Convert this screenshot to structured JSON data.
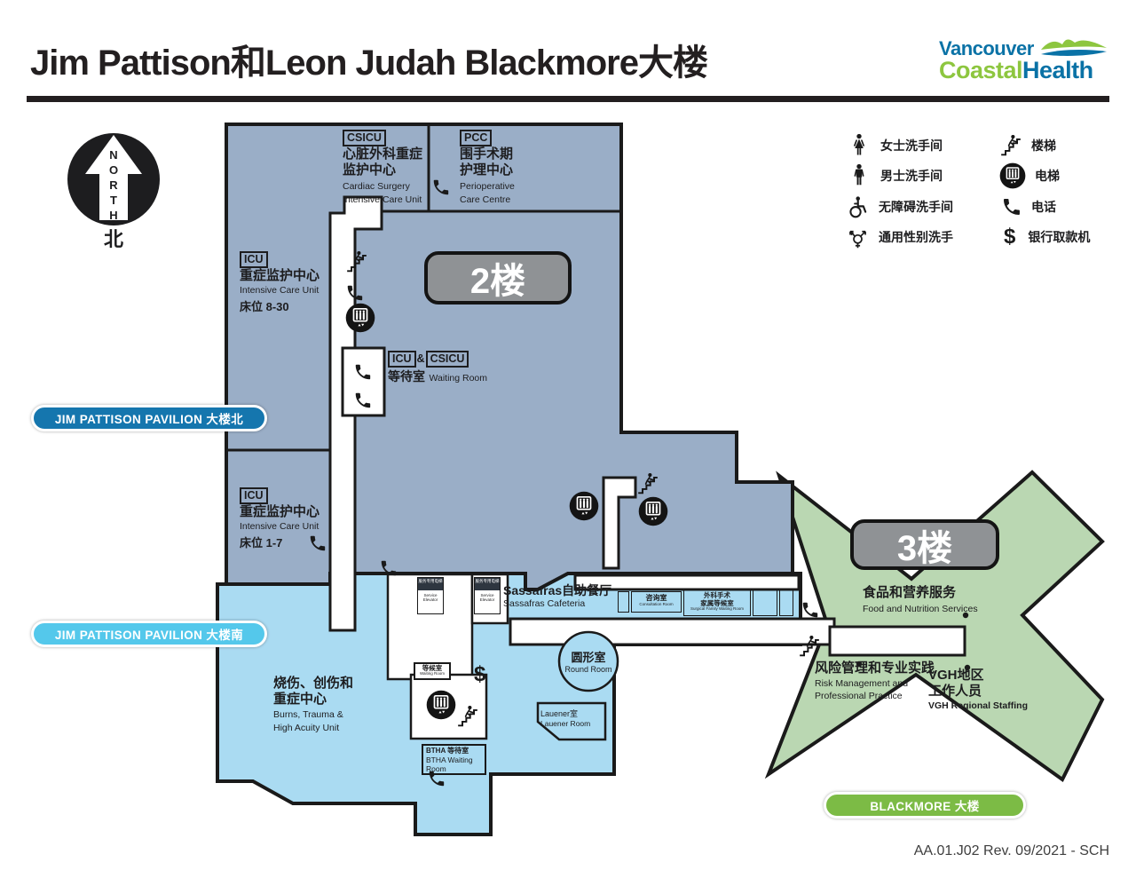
{
  "header": {
    "title": "Jim Pattison和Leon Judah Blackmore大楼",
    "logo": {
      "word1": "Vancouver",
      "word2": "Coastal",
      "word3": "Health"
    }
  },
  "compass": {
    "letters": [
      "N",
      "O",
      "R",
      "T",
      "H"
    ],
    "label": "北"
  },
  "legend": {
    "items": [
      {
        "icon": "woman-icon",
        "label": "女士洗手间"
      },
      {
        "icon": "man-icon",
        "label": "男士洗手间"
      },
      {
        "icon": "wheelchair-icon",
        "label": "无障碍洗手间"
      },
      {
        "icon": "gender-neutral-icon",
        "label": "通用性别洗手"
      },
      {
        "icon": "stairs-icon",
        "label": "楼梯"
      },
      {
        "icon": "elevator-icon",
        "label": "电梯"
      },
      {
        "icon": "phone-icon",
        "label": "电话"
      },
      {
        "icon": "atm-icon",
        "label": "银行取款机"
      }
    ]
  },
  "floor_badges": {
    "floor2": "2楼",
    "floor3": "3楼"
  },
  "banners": {
    "jpp_north": "JIM PATTISON PAVILION 大楼北",
    "jpp_south": "JIM PATTISON PAVILION 大楼南",
    "blackmore": "BLACKMORE 大楼"
  },
  "rooms": {
    "csicu": {
      "abbr": "CSICU",
      "zh1": "心脏外科重症",
      "zh2": "监护中心",
      "en1": "Cardiac Surgery",
      "en2": "Intensive Care Unit"
    },
    "pcc": {
      "abbr": "PCC",
      "zh1": "围手术期",
      "zh2": "护理中心",
      "en1": "Perioperative",
      "en2": "Care Centre"
    },
    "icu_north": {
      "abbr": "ICU",
      "zh": "重症监护中心",
      "en": "Intensive Care Unit",
      "beds": "床位 8-30"
    },
    "icu_south": {
      "abbr": "ICU",
      "zh": "重症监护中心",
      "en": "Intensive Care Unit",
      "beds": "床位 1-7"
    },
    "icu_csicu_waiting": {
      "abbr1": "ICU",
      "amp": "&",
      "abbr2": "CSICU",
      "zh": "等待室",
      "en": "Waiting Room"
    },
    "sassafras": {
      "zh": "Sassafras自助餐厅",
      "en": "Sassafras Cafeteria"
    },
    "round_room": {
      "zh": "圆形室",
      "en": "Round Room"
    },
    "lauener": {
      "zh": "Lauener室",
      "en": "Lauener Room"
    },
    "burns": {
      "zh1": "烧伤、创伤和",
      "zh2": "重症中心",
      "en1": "Burns, Trauma &",
      "en2": "High Acuity Unit"
    },
    "btha_waiting": {
      "zh": "BTHA 等待室",
      "en1": "BTHA Waiting",
      "en2": "Room"
    },
    "waiting_small": {
      "zh": "等候室",
      "en": "Waiting Room"
    },
    "service_elevator": {
      "zh": "服务专用电梯",
      "en": "Service Elevator"
    },
    "consultation": {
      "zh": "咨询室",
      "en": "Consultation Room"
    },
    "surgical_family": {
      "zh1": "外科手术",
      "zh2": "家属等候室",
      "en": "Surgical Family Waiting Room"
    },
    "food": {
      "zh": "食品和营养服务",
      "en": "Food and Nutrition Services"
    },
    "risk": {
      "zh": "风险管理和专业实践",
      "en1": "Risk Management and",
      "en2": "Professional Practice"
    },
    "vgh": {
      "zh1": "VGH地区",
      "zh2": "工作人员",
      "en": "VGH Regional Staffing"
    }
  },
  "footer": {
    "ref": "AA.01.J02 Rev. 09/2021 - SCH"
  },
  "icons": {
    "atm_dollar": "$",
    "woman": "woman-figure",
    "man": "man-figure",
    "wheelchair": "wheelchair-figure",
    "gender_neutral": "transgender-symbol",
    "stairs": "stairs-person",
    "elevator": "elevator-people-circle",
    "phone": "telephone-handset",
    "north": "north-arrow"
  },
  "colors": {
    "pavilion_north_fill": "#9aaec7",
    "pavilion_south_fill": "#aadbf2",
    "blackmore_fill": "#bad7b2",
    "banner_north": "#1576ae",
    "banner_south": "#54c8eb",
    "banner_blackmore": "#7cbb45",
    "floor_badge": "#8f9295",
    "outline": "#1a1a1a",
    "logo_blue": "#0a72a6",
    "logo_green": "#8dc63f"
  }
}
